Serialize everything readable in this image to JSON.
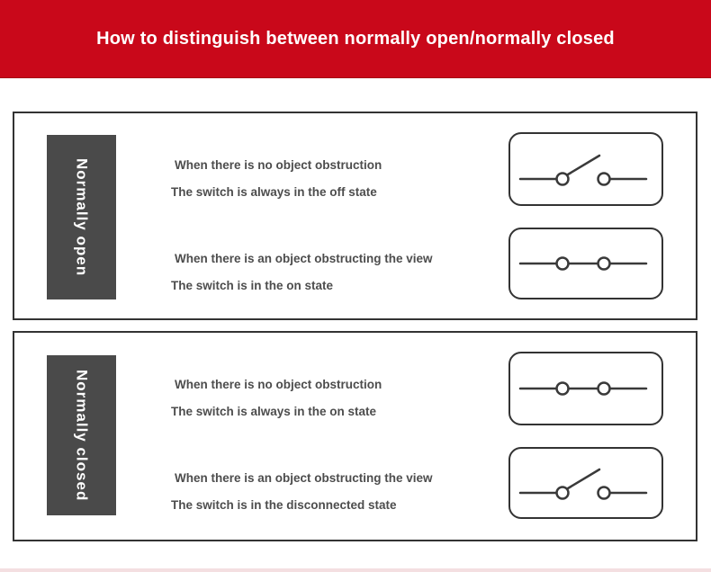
{
  "header": {
    "title": "How to distinguish between normally open/normally closed"
  },
  "colors": {
    "accent_red": "#c9081a",
    "label_bg": "#4a4a4a",
    "body_text": "#4d4d4d",
    "diagram_stroke": "#3a3a3a",
    "panel_border": "#333333",
    "bottom_strip": "#f4dfe1"
  },
  "sections": [
    {
      "label": "Normally open",
      "rows": [
        {
          "line1": "When there is no object obstruction",
          "line2": "The switch is always in the off state",
          "symbol": "open-switch"
        },
        {
          "line1": "When there is an object obstructing the view",
          "line2": "The switch is in the on state",
          "symbol": "closed-switch"
        }
      ]
    },
    {
      "label": "Normally closed",
      "rows": [
        {
          "line1": "When there is no object obstruction",
          "line2": "The switch is always in the on state",
          "symbol": "closed-switch"
        },
        {
          "line1": "When there is an object obstructing the view",
          "line2": "The switch is in the disconnected state",
          "symbol": "open-switch"
        }
      ]
    }
  ]
}
